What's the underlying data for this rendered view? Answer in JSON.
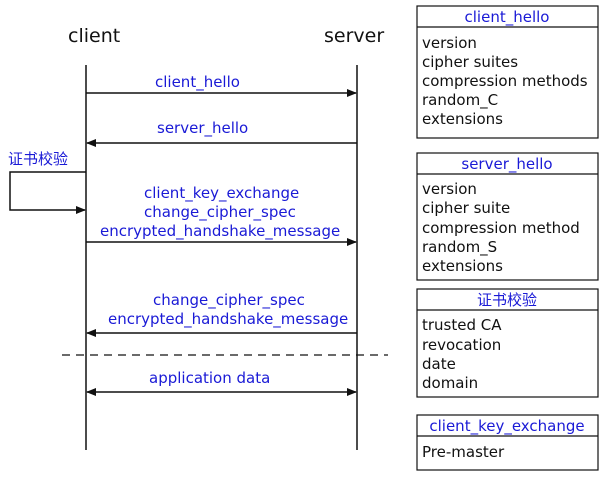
{
  "sequence": {
    "participants": {
      "client": "client",
      "server": "server"
    },
    "messages": {
      "client_hello": "client_hello",
      "server_hello": "server_hello",
      "cert_verify": "证书校验",
      "client_key_exchange": "client_key_exchange",
      "change_cipher_spec_1": "change_cipher_spec",
      "encrypted_handshake_1": "encrypted_handshake_message",
      "change_cipher_spec_2": "change_cipher_spec",
      "encrypted_handshake_2": "encrypted_handshake_message",
      "application_data": "application data"
    }
  },
  "panels": {
    "client_hello": {
      "title": "client_hello",
      "fields": [
        "version",
        "cipher suites",
        "compression methods",
        "random_C",
        "extensions"
      ]
    },
    "server_hello": {
      "title": "server_hello",
      "fields": [
        "version",
        "cipher suite",
        "compression method",
        "random_S",
        "extensions"
      ]
    },
    "cert_verify": {
      "title": "证书校验",
      "fields": [
        "trusted CA",
        "revocation",
        "date",
        "domain"
      ]
    },
    "client_key_exchange": {
      "title": "client_key_exchange",
      "fields": [
        "Pre-master"
      ]
    }
  },
  "colors": {
    "label_blue": "#1a1ad6",
    "line": "#111111"
  }
}
